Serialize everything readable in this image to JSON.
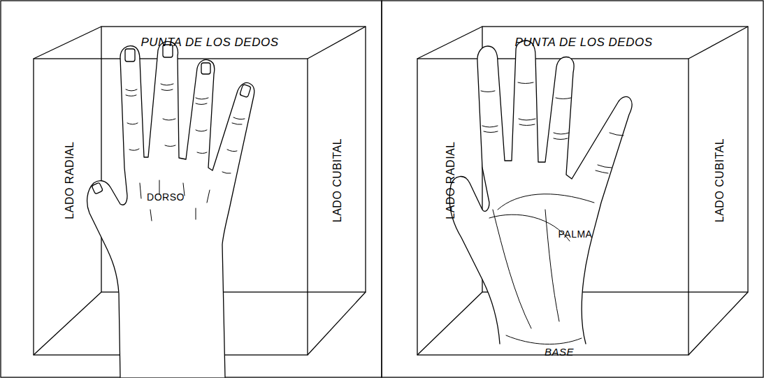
{
  "diagram": {
    "labels": [
      "PUNTA DE LOS DEDOS",
      "LADO RADIAL",
      "LADO CUBITAL",
      "DORSO",
      "PUNTA DE LOS DEDOS",
      "LADO RADIAL",
      "LADO CUBITAL",
      "PALMA",
      "BASE"
    ]
  }
}
